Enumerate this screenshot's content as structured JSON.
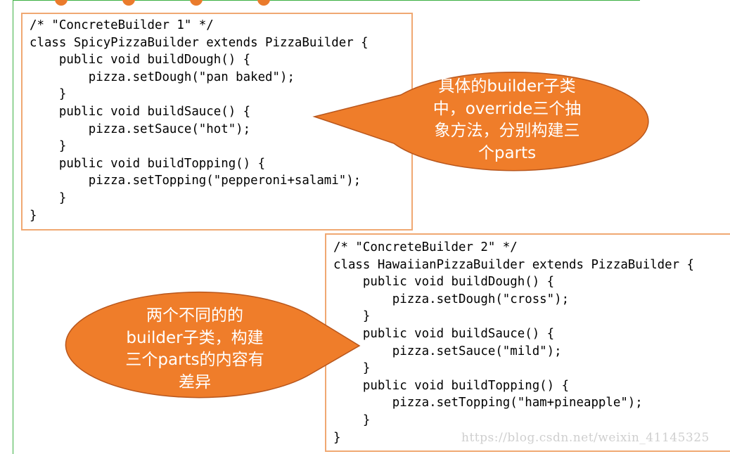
{
  "code_blocks": [
    {
      "lines": [
        "/* \"ConcreteBuilder 1\" */",
        "class SpicyPizzaBuilder extends PizzaBuilder {",
        "    public void buildDough() {",
        "        pizza.setDough(\"pan baked\");",
        "    }",
        "    public void buildSauce() {",
        "        pizza.setSauce(\"hot\");",
        "    }",
        "    public void buildTopping() {",
        "        pizza.setTopping(\"pepperoni+salami\");",
        "    }",
        "}"
      ]
    },
    {
      "lines": [
        "/* \"ConcreteBuilder 2\" */",
        "class HawaiianPizzaBuilder extends PizzaBuilder {",
        "    public void buildDough() {",
        "        pizza.setDough(\"cross\");",
        "    }",
        "    public void buildSauce() {",
        "        pizza.setSauce(\"mild\");",
        "    }",
        "    public void buildTopping() {",
        "        pizza.setTopping(\"ham+pineapple\");",
        "    }",
        "}"
      ]
    }
  ],
  "callouts": [
    {
      "lines": [
        "具体的builder子类",
        "中，override三个抽",
        "象方法，分别构建三",
        "个parts"
      ]
    },
    {
      "lines": [
        "两个不同的的",
        "builder子类，构建",
        "三个parts的内容有",
        "差异"
      ]
    }
  ],
  "watermark": "https://blog.csdn.net/weixin_41145325",
  "colors": {
    "callout_fill": "#ef7d2a",
    "callout_stroke": "#b8561c",
    "box_border": "#f0a872",
    "frame_line": "#3cb043",
    "dot": "#ea7b2c"
  }
}
